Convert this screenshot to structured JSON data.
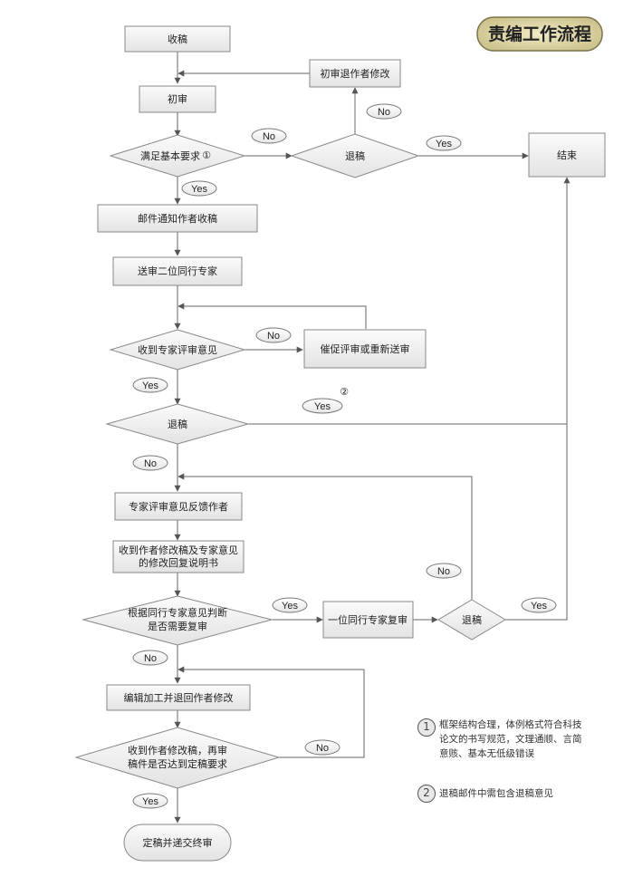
{
  "title": "责编工作流程",
  "nodes": {
    "n1": "收稿",
    "n2": "初审",
    "d1": "满足基本要求",
    "d1_mark": "①",
    "d2": "退稿",
    "n3": "初审退作者修改",
    "n_end": "结束",
    "n4": "邮件通知作者收稿",
    "n5": "送审二位同行专家",
    "d3": "收到专家评审意见",
    "n6": "催促评审或重新送审",
    "d4": "退稿",
    "n7": "专家评审意见反馈作者",
    "n8_line1": "收到作者修改稿及专家意见",
    "n8_line2": "的修改回复说明书",
    "d5_line1": "根据同行专家意见判断",
    "d5_line2": "是否需要复审",
    "n9": "一位同行专家复审",
    "d6": "退稿",
    "n10": "编辑加工并退回作者修改",
    "d7_line1": "收到作者修改稿，再审",
    "d7_line2": "稿件是否达到定稿要求",
    "n11": "定稿并递交终审"
  },
  "labels": {
    "l1": "No",
    "l2": "Yes",
    "l3": "No",
    "l4": "Yes",
    "l5": "No",
    "l6": "Yes",
    "l7": "Yes",
    "l7_mark": "②",
    "l8": "No",
    "l9": "Yes",
    "l10": "No",
    "l11": "No",
    "l12": "Yes",
    "l13": "No",
    "l14": "Yes"
  },
  "notes": {
    "note1_marker": "1",
    "note1_text": "框架结构合理，体例格式符合科技\n论文的书写规范，文理通顺、言简\n意赅、基本无低级错误",
    "note2_marker": "2",
    "note2_text": "退稿邮件中需包含退稿意见"
  }
}
